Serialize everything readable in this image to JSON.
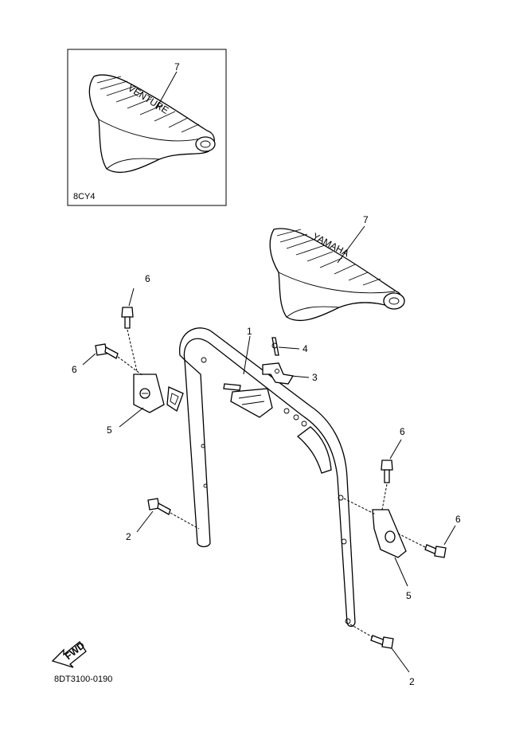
{
  "inset": {
    "code": "8CY4",
    "callout": "7",
    "seat_text": "VENTURE"
  },
  "main_seat_text": "YAMAHA",
  "callouts": {
    "c1": "1",
    "c2a": "2",
    "c2b": "2",
    "c3": "3",
    "c4": "4",
    "c5a": "5",
    "c5b": "5",
    "c6a": "6",
    "c6b": "6",
    "c6c": "6",
    "c6d": "6",
    "c7": "7"
  },
  "fwd_label": "FWD",
  "drawing_number": "8DT3100-0190"
}
